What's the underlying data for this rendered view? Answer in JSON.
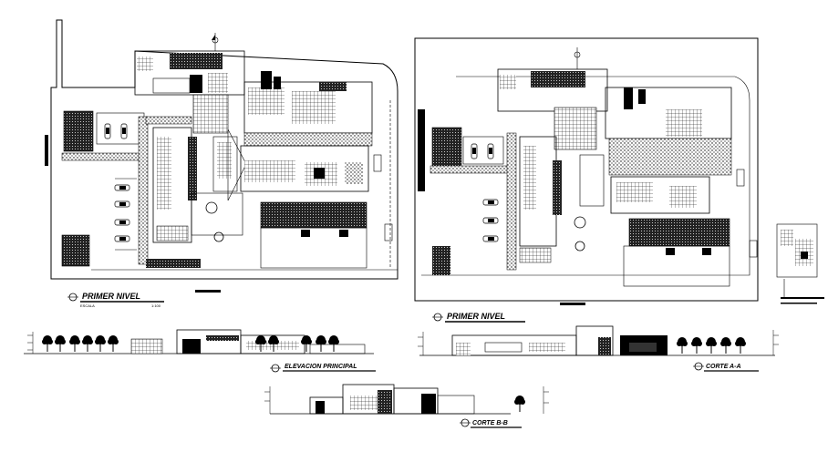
{
  "drawing": {
    "plan_1": {
      "title": "PRIMER NIVEL",
      "scale_prefix": "ESCALA",
      "scale_value": "1:100"
    },
    "plan_2": {
      "title": "PRIMER NIVEL"
    },
    "elevation": {
      "title": "ELEVACION PRINCIPAL"
    },
    "section_a": {
      "title": "CORTE A-A"
    },
    "section_b": {
      "title": "CORTE B-B"
    }
  },
  "colors": {
    "ink": "#000000",
    "paper": "#ffffff",
    "hatch": "#3a3a3a"
  }
}
